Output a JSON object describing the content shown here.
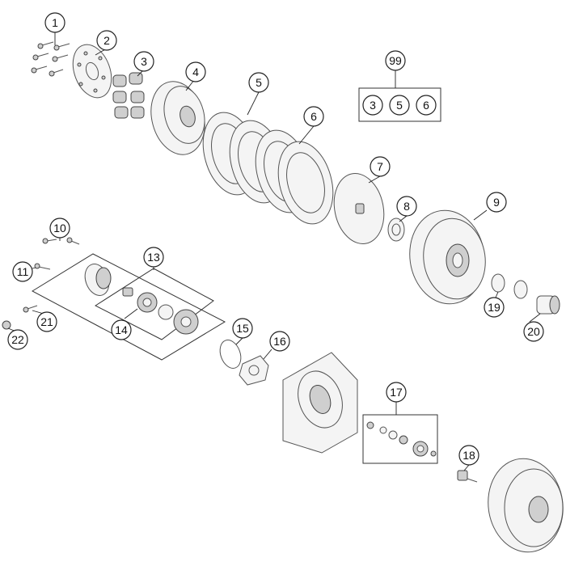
{
  "colors": {
    "line": "#333333",
    "part_fill": "#f4f4f4",
    "part_shade": "#cfcfcf",
    "background": "#ffffff"
  },
  "callouts": {
    "c1": "1",
    "c2": "2",
    "c3": "3",
    "c4": "4",
    "c5": "5",
    "c6": "6",
    "c7": "7",
    "c8": "8",
    "c9": "9",
    "c10": "10",
    "c11": "11",
    "c13": "13",
    "c14": "14",
    "c15": "15",
    "c16": "16",
    "c17": "17",
    "c18": "18",
    "c19": "19",
    "c20": "20",
    "c21": "21",
    "c22": "22"
  },
  "kit99": {
    "label": "99",
    "items": [
      "3",
      "5",
      "6"
    ]
  }
}
